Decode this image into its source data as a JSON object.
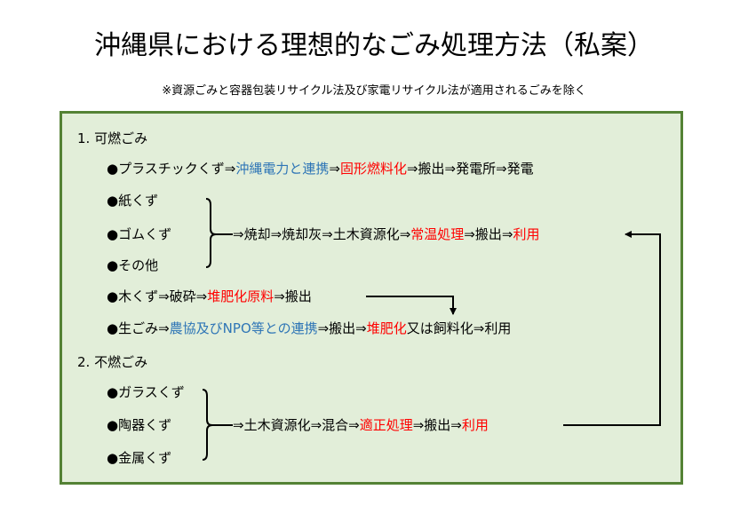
{
  "title": "沖縄県における理想的なごみ処理方法（私案）",
  "note": "※資源ごみと容器包装リサイクル法及び家電リサイクル法が適用されるごみを除く",
  "colors": {
    "panel_fill": "#e2eed9",
    "panel_border": "#548235",
    "highlight_blue": "#2e75b6",
    "highlight_red": "#ff0000"
  },
  "burnable": {
    "heading": "1. 可燃ごみ",
    "plastic": {
      "item": "●プラスチックくず⇒",
      "step1": "沖縄電力と連携",
      "arrow1": "⇒",
      "step2": "固形燃料化",
      "rest": "⇒搬出⇒発電所⇒発電"
    },
    "group": {
      "items": [
        "●紙くず",
        "●ゴムくず",
        "●その他"
      ],
      "flow": "⇒焼却⇒焼却灰⇒土木資源化⇒",
      "step1": "常温処理",
      "mid": "⇒搬出⇒",
      "step2": "利用"
    },
    "wood": {
      "item": "●木くず⇒破砕⇒",
      "step1": "堆肥化原料",
      "rest": "⇒搬出"
    },
    "food": {
      "item": "●生ごみ⇒",
      "step1": "農協及びNPO等との連携",
      "mid": "⇒搬出⇒",
      "step2": "堆肥化",
      "rest": "又は飼料化⇒利用"
    }
  },
  "nonburnable": {
    "heading": "2. 不燃ごみ",
    "items": [
      "●ガラスくず",
      "●陶器くず",
      "●金属くず"
    ],
    "flow": "⇒土木資源化⇒混合⇒",
    "step1": "適正処理",
    "mid": "⇒搬出⇒",
    "step2": "利用"
  }
}
